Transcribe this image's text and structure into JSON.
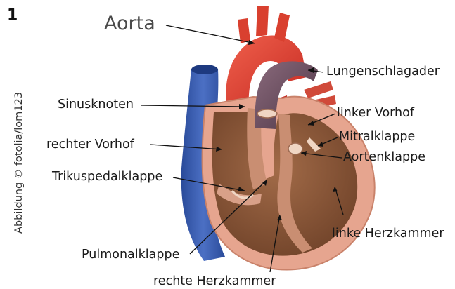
{
  "figure_number": "1",
  "title": "Aorta",
  "credit": "Abbildung © fotolia/lom123",
  "labels": {
    "lungenschlagader": "Lungenschlagader",
    "sinusknoten": "Sinusknoten",
    "linker_vorhof": "linker Vorhof",
    "mitralklappe": "Mitralklappe",
    "rechter_vorhof": "rechter Vorhof",
    "aortenklappe": "Aortenklappe",
    "trikuspedalklappe": "Trikuspedalklappe",
    "linke_herzkammer": "linke Herzkammer",
    "pulmonalklappe": "Pulmonalklappe",
    "rechte_herzkammer": "rechte Herzkammer"
  },
  "colors": {
    "aorta": "#d83a2e",
    "pulmonary_artery": "#6b4a5c",
    "vena_cava": "#3556a8",
    "myocardium_outer": "#e6a58f",
    "heart_interior": "#8d5a3c",
    "leader_line": "#111111"
  }
}
